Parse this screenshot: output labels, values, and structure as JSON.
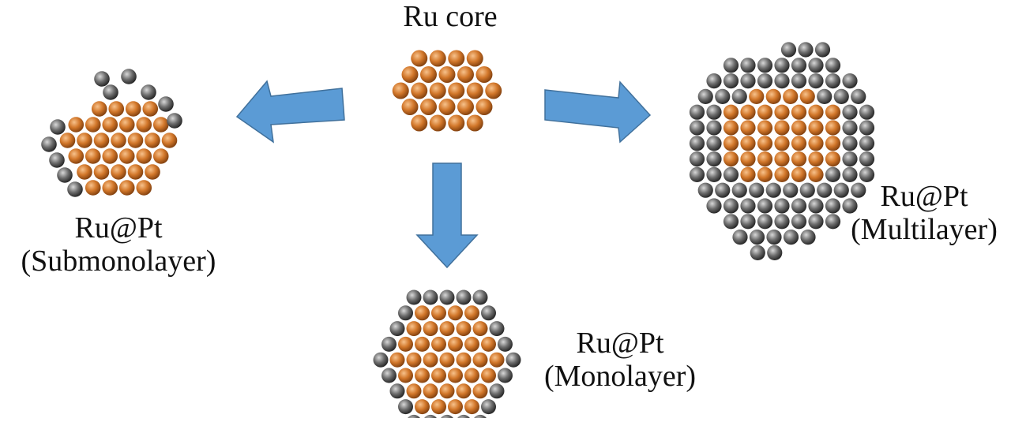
{
  "diagram": {
    "core": {
      "label": "Ru core"
    },
    "submonolayer": {
      "title": "Ru@Pt",
      "subtitle": "(Submonolayer)"
    },
    "monolayer": {
      "title": "Ru@Pt",
      "subtitle": "(Monolayer)"
    },
    "multilayer": {
      "title": "Ru@Pt",
      "subtitle": "(Multilayer)"
    }
  },
  "colors": {
    "ru_atom": "#c96f22",
    "pt_atom": "#5a5a5a",
    "arrow_fill": "#5b9bd5",
    "arrow_stroke": "#41719c"
  }
}
